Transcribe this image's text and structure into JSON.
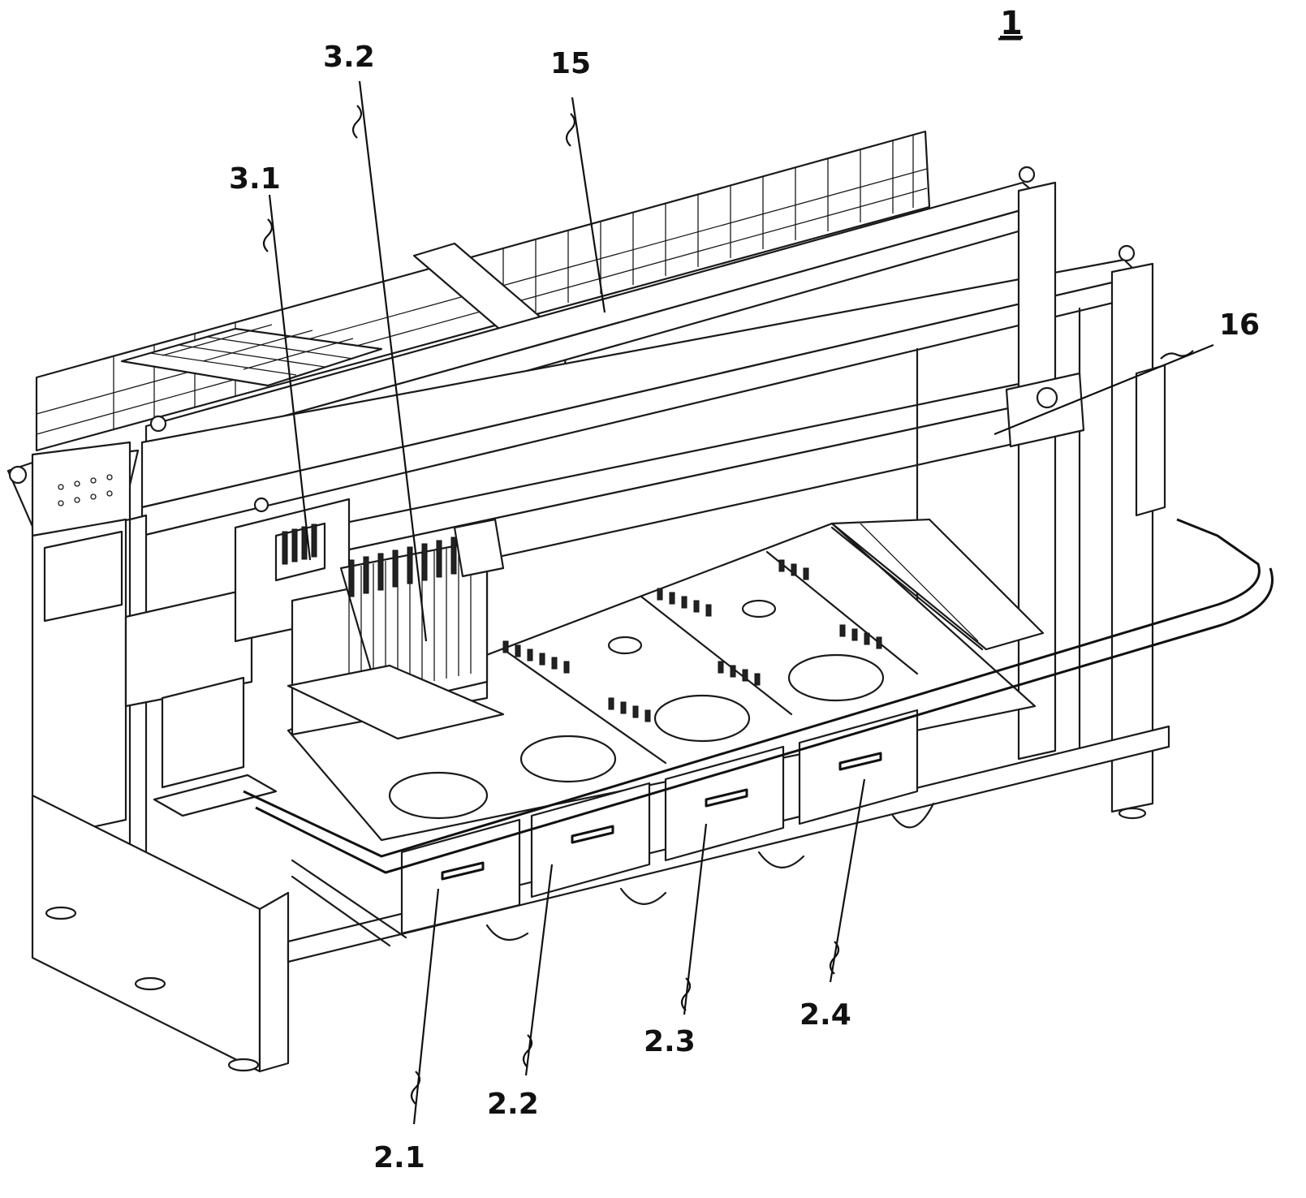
{
  "figure": {
    "number": "1"
  },
  "labels": {
    "l_3_2": "3.2",
    "l_15": "15",
    "l_3_1": "3.1",
    "l_16": "16",
    "l_2_1": "2.1",
    "l_2_2": "2.2",
    "l_2_3": "2.3",
    "l_2_4": "2.4"
  }
}
